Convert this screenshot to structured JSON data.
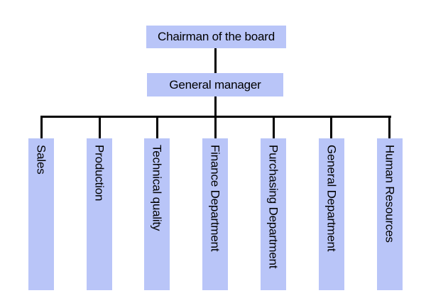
{
  "org_chart": {
    "top": {
      "label": "Chairman of the board"
    },
    "middle": {
      "label": "General manager"
    },
    "departments": [
      {
        "label": "Sales"
      },
      {
        "label": "Production"
      },
      {
        "label": "Technical quality"
      },
      {
        "label": "Finance Department"
      },
      {
        "label": "Purchasing Department"
      },
      {
        "label": "General Department"
      },
      {
        "label": "Human Resources"
      }
    ]
  },
  "colors": {
    "box_fill": "#b9c5f8",
    "connector_line": "#000000",
    "text": "#000000",
    "background": "#ffffff"
  }
}
